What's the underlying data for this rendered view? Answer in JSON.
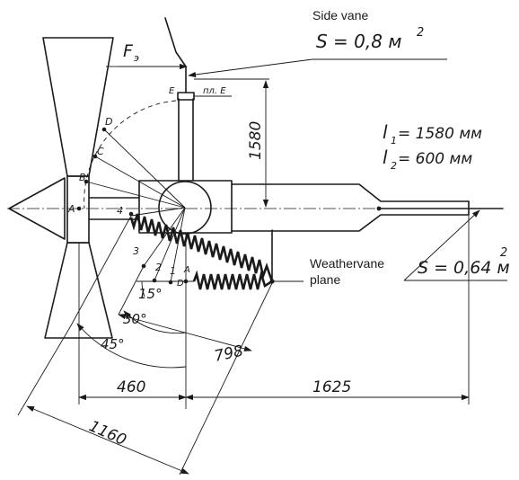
{
  "labels": {
    "side_vane": "Side vane",
    "side_vane_area": "S = 0,8 м",
    "side_vane_area_exp": "2",
    "force": "F",
    "force_sub": "э",
    "pl_e": "пл. E",
    "point_e": "E",
    "point_d": "D",
    "point_c": "C",
    "point_b": "B",
    "point_a_left": "A",
    "point_a_bottom": "A",
    "point_d_bottom": "D",
    "num_1": "1",
    "num_2": "2",
    "num_3": "3",
    "num_4": "4",
    "l1": "l",
    "l1_sub": "1",
    "l1_val": "= 1580 мм",
    "l2": "l",
    "l2_sub": "2",
    "l2_val": "= 600 мм",
    "vertical_dim": "1580",
    "tail_area": "S = 0,64 м",
    "tail_area_exp": "2",
    "weathervane_line1": "Weathervane",
    "weathervane_line2": "plane",
    "angle_15": "15°",
    "angle_30": "30°",
    "angle_45": "45°",
    "dim_798": "798",
    "dim_460": "460",
    "dim_1625": "1625",
    "dim_1160": "1160"
  }
}
